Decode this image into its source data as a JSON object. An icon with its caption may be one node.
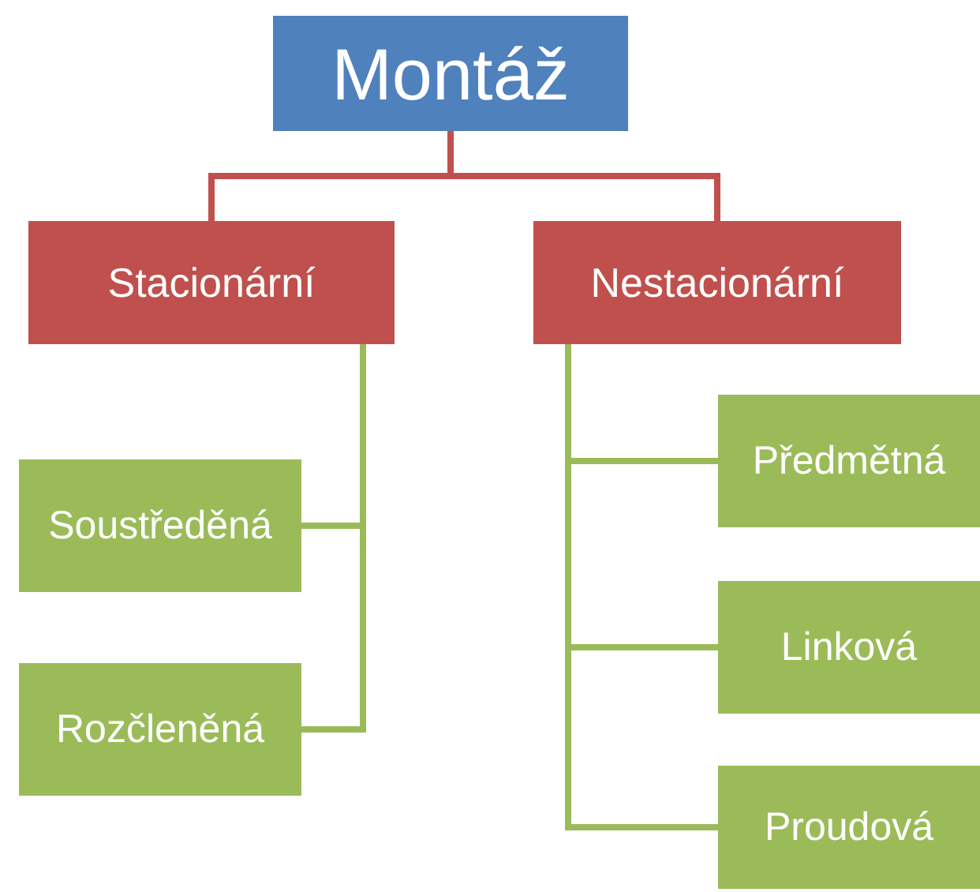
{
  "diagram": {
    "nodes": [
      {
        "text": [
          "Montáž"
        ]
      },
      {
        "text": [
          "Stacionární"
        ]
      },
      {
        "text": [
          "Nestacionární"
        ]
      },
      {
        "text": [
          "Soustředěná"
        ]
      },
      {
        "text": [
          "Rozčleněná"
        ]
      },
      {
        "text": [
          "Předmětná"
        ]
      },
      {
        "text": [
          "Linková"
        ]
      },
      {
        "text": [
          "Proudová"
        ]
      }
    ],
    "edges": [
      {
        "from": 0,
        "to": 1,
        "arrow": "none",
        "color": "#c0504d"
      },
      {
        "from": 0,
        "to": 2,
        "arrow": "none",
        "color": "#c0504d"
      },
      {
        "from": 1,
        "to": 3,
        "arrow": "none"
      },
      {
        "from": 1,
        "to": 4,
        "arrow": "none"
      },
      {
        "from": 2,
        "to": 5,
        "arrow": "none"
      },
      {
        "from": 2,
        "to": 6,
        "arrow": "none"
      },
      {
        "from": 2,
        "to": 7,
        "arrow": "none"
      }
    ]
  }
}
